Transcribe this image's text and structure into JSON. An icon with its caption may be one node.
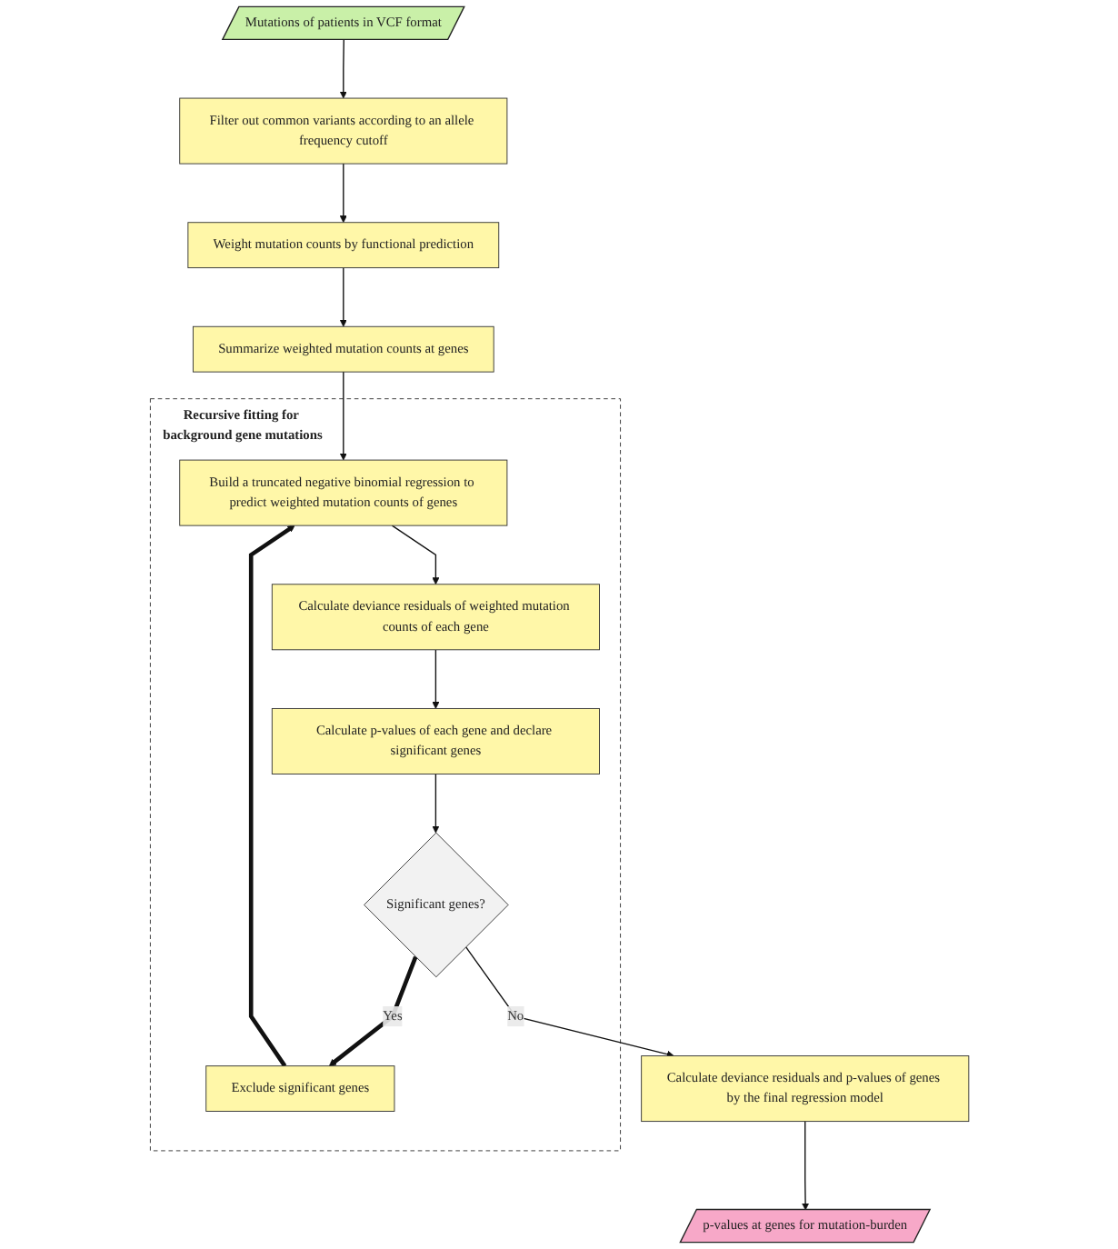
{
  "diagram": {
    "nodes": [
      {
        "text": [
          "Mutations of patients in VCF format"
        ]
      },
      {
        "text": [
          "Filter out common variants according to an allele frequency cutoff"
        ]
      },
      {
        "text": [
          "Weight mutation counts by functional prediction"
        ]
      },
      {
        "text": [
          "Summarize weighted mutation counts at genes"
        ]
      },
      {
        "text": [
          "Recursive fitting for background gene mutations"
        ]
      },
      {
        "text": [
          "Build a truncated negative binomial regression to predict weighted mutation counts of genes"
        ],
        "in": 4
      },
      {
        "text": [
          "Calculate deviance residuals of weighted mutation counts of each gene"
        ],
        "in": 4
      },
      {
        "text": [
          "Calculate p-values of each gene and declare significant genes"
        ],
        "in": 4
      },
      {
        "text": [
          "Significant genes?"
        ],
        "in": 4
      },
      {
        "text": [
          "Exclude significant genes"
        ],
        "in": 4
      },
      {
        "text": [
          "Calculate deviance residuals and p-values of genes by the final regression model"
        ]
      },
      {
        "text": [
          "p-values at genes for mutation-burden"
        ]
      }
    ],
    "edges": [
      {
        "from": 0,
        "to": 1,
        "arrow": "to"
      },
      {
        "from": 1,
        "to": 2,
        "arrow": "to"
      },
      {
        "from": 2,
        "to": 3,
        "arrow": "to"
      },
      {
        "from": 3,
        "to": 5,
        "arrow": "to"
      },
      {
        "from": 5,
        "to": 6,
        "arrow": "to"
      },
      {
        "from": 6,
        "to": 7,
        "arrow": "to"
      },
      {
        "from": 7,
        "to": 8,
        "arrow": "to"
      },
      {
        "from": 8,
        "to": 9,
        "arrow": "to",
        "label": "Yes",
        "style": "thick"
      },
      {
        "from": 9,
        "to": 5,
        "arrow": "to",
        "style": "thick"
      },
      {
        "from": 8,
        "to": 10,
        "arrow": "to",
        "label": "No"
      },
      {
        "from": 10,
        "to": 11,
        "arrow": "to"
      }
    ]
  }
}
